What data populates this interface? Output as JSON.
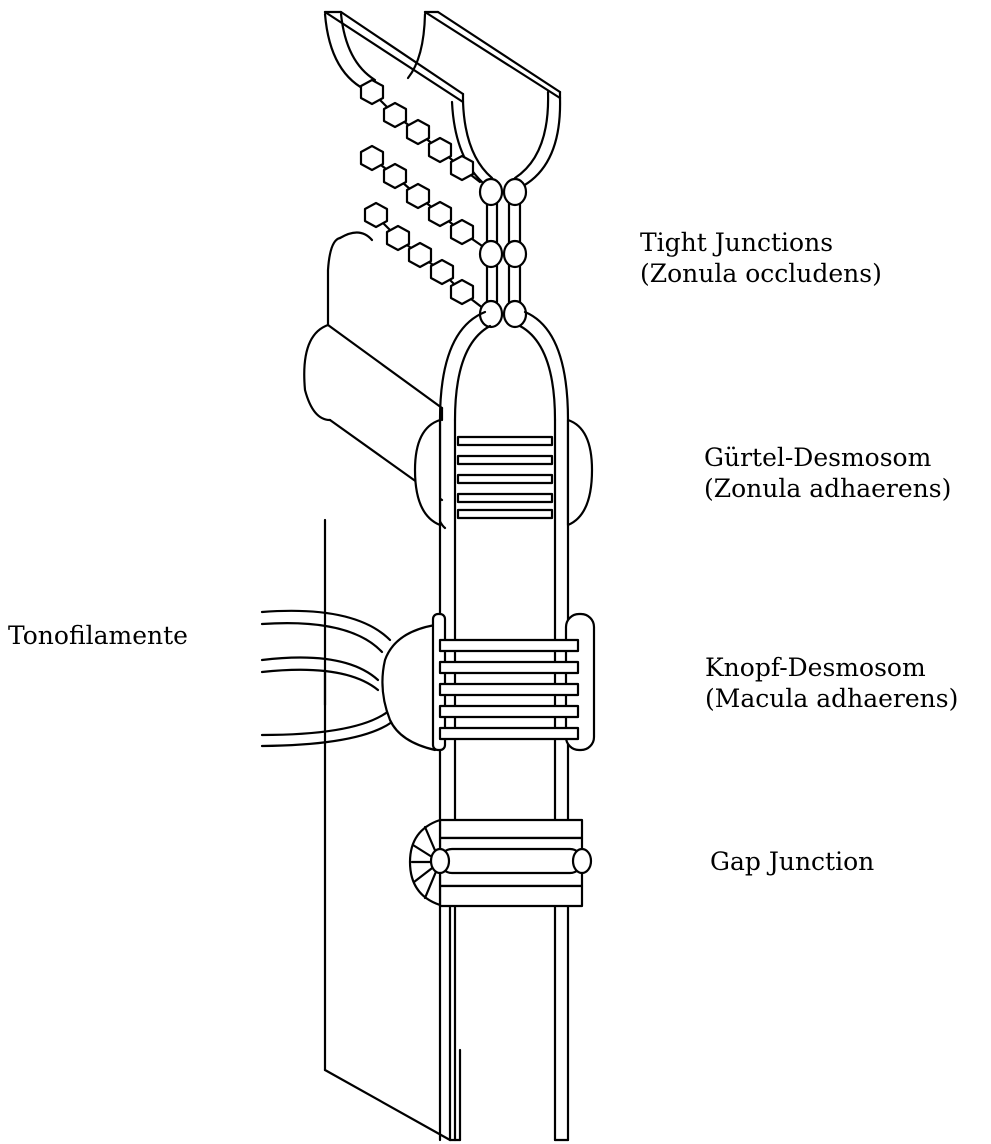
{
  "labels": {
    "tight_junctions": {
      "line1": "Tight Junctions",
      "line2": "(Zonula occludens)"
    },
    "guertel_desmosom": {
      "line1": "Gürtel-Desmosom",
      "line2": "(Zonula adhaerens)"
    },
    "tonofilamente": "Tonofilamente",
    "knopf_desmosom": {
      "line1": "Knopf-Desmosom",
      "line2": "(Macula adhaerens)"
    },
    "gap_junction": "Gap Junction"
  },
  "colors": {
    "line": "#000000",
    "background": "#ffffff"
  }
}
